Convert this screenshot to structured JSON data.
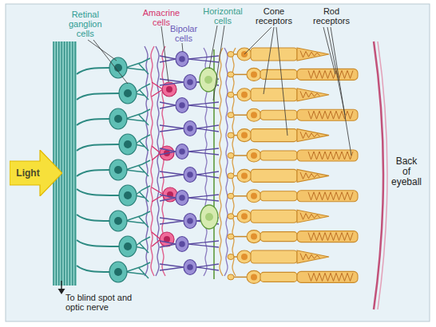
{
  "diagram": {
    "nodes": [
      {
        "text": [
          "Light"
        ]
      }
    ],
    "labels": [
      "Retinal ganglion cells",
      "Amacrine cells",
      "Bipolar cells",
      "Horizontal cells",
      "Cone receptors",
      "Rod receptors",
      "Back of eyeball",
      "To blind spot and optic nerve"
    ]
  }
}
